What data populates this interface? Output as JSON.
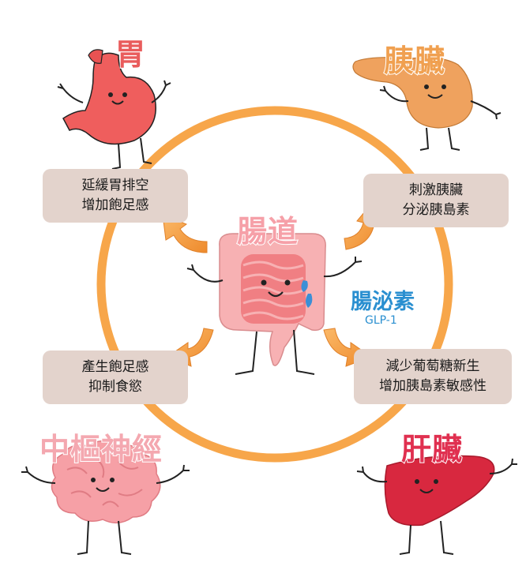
{
  "center": {
    "title": "腸道",
    "title_color": "#f6a0a8"
  },
  "hormone": {
    "name": "腸泌素",
    "abbr": "GLP-1",
    "color": "#2a8fd0"
  },
  "organs": {
    "stomach": {
      "label": "胃",
      "color": "#e95c5c"
    },
    "pancreas": {
      "label": "胰臟",
      "color": "#f0a050"
    },
    "cns": {
      "label": "中樞神經",
      "color": "#f4a8b0"
    },
    "liver": {
      "label": "肝臟",
      "color": "#e03050"
    }
  },
  "effects": {
    "stomach": {
      "line1": "延緩胃排空",
      "line2": "增加飽足感"
    },
    "pancreas": {
      "line1": "刺激胰臟",
      "line2": "分泌胰島素"
    },
    "cns": {
      "line1": "產生飽足感",
      "line2": "抑制食慾"
    },
    "liver": {
      "line1": "減少葡萄糖新生",
      "line2": "增加胰島素敏感性"
    }
  },
  "colors": {
    "ring": "#f7a64a",
    "arrow": "#f39a3c",
    "box": "#e3d3cc"
  }
}
